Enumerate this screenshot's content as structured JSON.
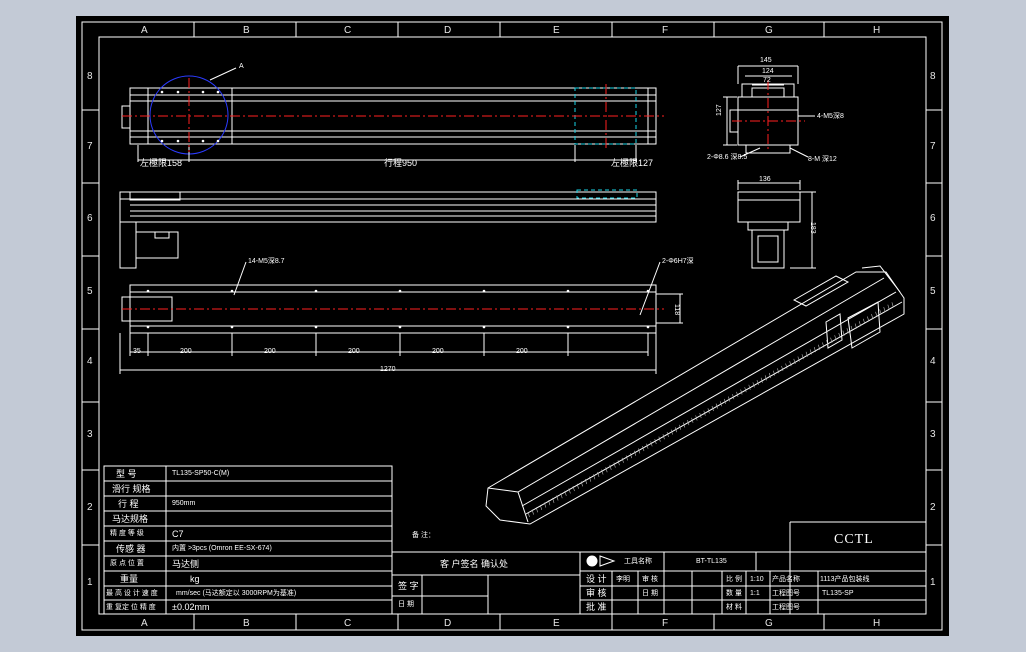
{
  "colors": {
    "background": "#000000",
    "frame": "#ffffff",
    "centerline": "#ff2020",
    "hidden": "#19d3e6",
    "circle": "#2b3bff",
    "outer": "#c3cad6"
  },
  "zones": {
    "cols": [
      "A",
      "B",
      "C",
      "D",
      "E",
      "F",
      "G",
      "H"
    ],
    "rows": [
      "8",
      "7",
      "6",
      "5",
      "4",
      "3",
      "2",
      "1"
    ]
  },
  "top_view": {
    "left_stroke": "左極限158",
    "travel": "行程950",
    "right_stroke": "左極限127",
    "detail": "A"
  },
  "section_view": {
    "d145": "145",
    "d124": "124",
    "d72": "72",
    "d127": "127",
    "note": "4-M5深8",
    "left_holes": "2-Φ8.6 深8.5",
    "right_holes": "8-M 深12"
  },
  "end_view": {
    "d136": "136",
    "d183": "183"
  },
  "bottom_view": {
    "holes_left": "14-M5深8.7",
    "holes_right": "2-Φ6H7深",
    "d35": "35",
    "spacing": [
      "200",
      "200",
      "200",
      "200",
      "200"
    ],
    "overall": "1270",
    "height": "118"
  },
  "spec_table": {
    "rows": [
      {
        "label": "型 号",
        "value": "TL135-SP50-C(M)"
      },
      {
        "label": "滑行 规格",
        "value": ""
      },
      {
        "label": "行 程",
        "value": "950mm"
      },
      {
        "label": "马达规格",
        "value": ""
      },
      {
        "label": "精 度 等 级",
        "value": "C7"
      },
      {
        "label": "传感 器",
        "value": "内置 >3pcs (Omron EE-SX-674)"
      },
      {
        "label": "原 点 位 置",
        "value": "马达侧"
      },
      {
        "label": "重量",
        "value": "kg"
      },
      {
        "label": "最 高 设 计 速 度",
        "value": "mm/sec (马达额定以 3000RPM为基准)"
      },
      {
        "label": "重 复定 位 精 度",
        "value": "±0.02mm"
      }
    ]
  },
  "notes": {
    "label": "备 注："
  },
  "customer": {
    "header": "客 户签名 确认处",
    "sign": "签 字",
    "date": "日 期"
  },
  "title_block": {
    "tool_label": "工具名称",
    "code": "BT-TL135",
    "design": "设 计",
    "check": "审 核",
    "approve": "批 准",
    "design_name": "李明",
    "date1": "日期",
    "check_date": "日 期",
    "scale_label": "比 例",
    "scale": "1:10",
    "qty_label": "数 量",
    "qty": "1:1",
    "material_label": "材 料",
    "drawing_label": "工程图号",
    "drawing_label2": "工程图号",
    "product_label": "产品名称",
    "product": "1113产品包装线",
    "part": "TL135-SP"
  },
  "company": "CCTL"
}
